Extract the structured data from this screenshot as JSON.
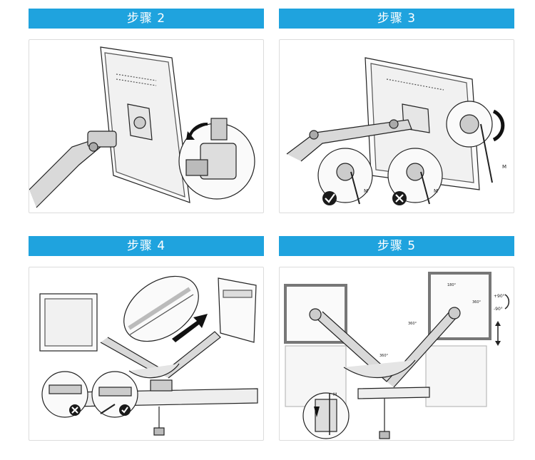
{
  "steps": [
    {
      "title": "步骤 2"
    },
    {
      "title": "步骤 3",
      "labels": [
        "M",
        "M",
        "M"
      ]
    },
    {
      "title": "步骤 4"
    },
    {
      "title": "步骤 5",
      "labels": [
        "+90°",
        "-90°",
        "360°",
        "360°",
        "360°",
        "180°",
        "M"
      ]
    }
  ],
  "colors": {
    "banner": "#1fa3de",
    "ok": "#1a1a1a"
  }
}
